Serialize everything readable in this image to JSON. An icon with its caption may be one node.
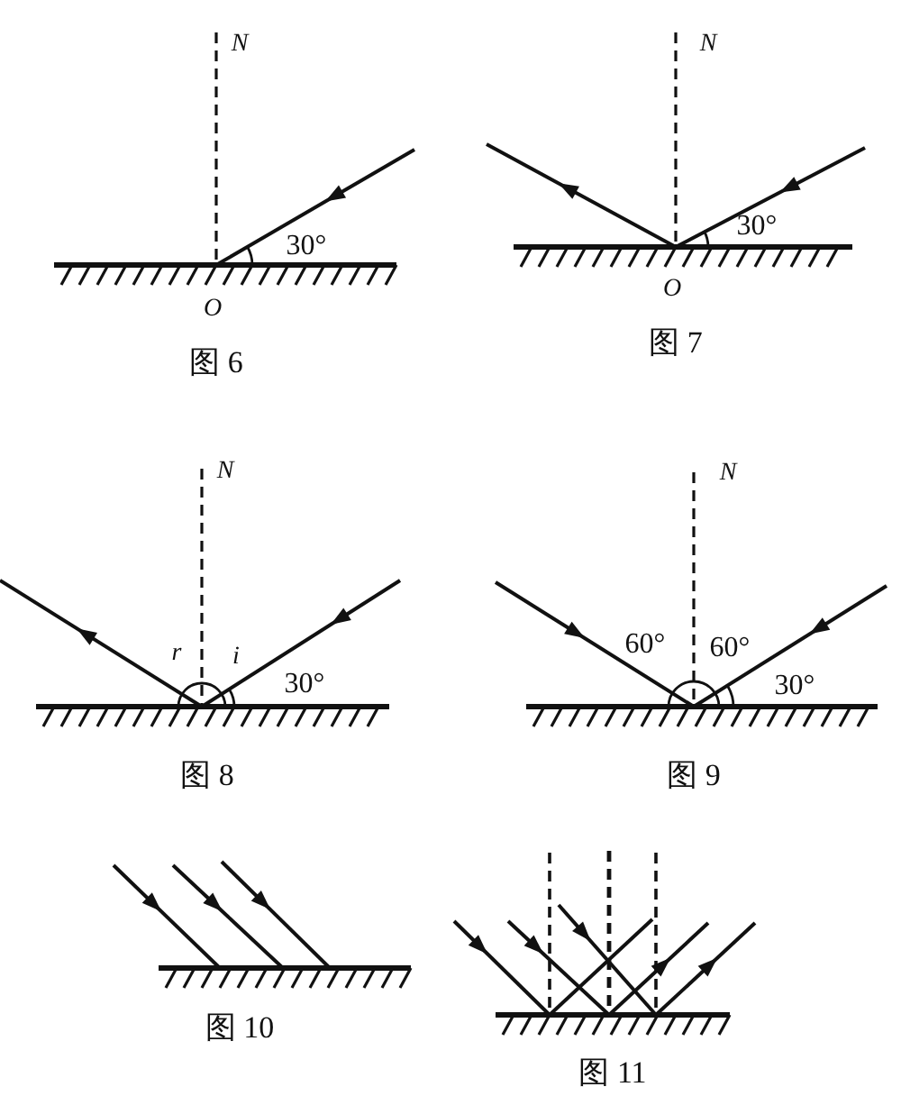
{
  "diagram": {
    "labels": [
      "N",
      "30°",
      "O",
      "图 6",
      "N",
      "30°",
      "O",
      "图 7",
      "N",
      "r",
      "i",
      "30°",
      "图 8",
      "N",
      "60°",
      "60°",
      "30°",
      "图 9",
      "图 10",
      "图 11"
    ]
  }
}
